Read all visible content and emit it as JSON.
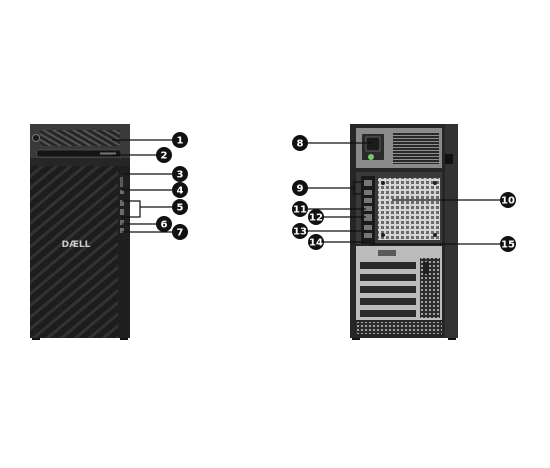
{
  "front_view": {
    "brand": "DÆLL",
    "callouts": [
      "1",
      "2",
      "3",
      "4",
      "5",
      "6",
      "7"
    ]
  },
  "rear_view": {
    "callouts": [
      "8",
      "9",
      "10",
      "11",
      "12",
      "13",
      "14",
      "15"
    ]
  }
}
